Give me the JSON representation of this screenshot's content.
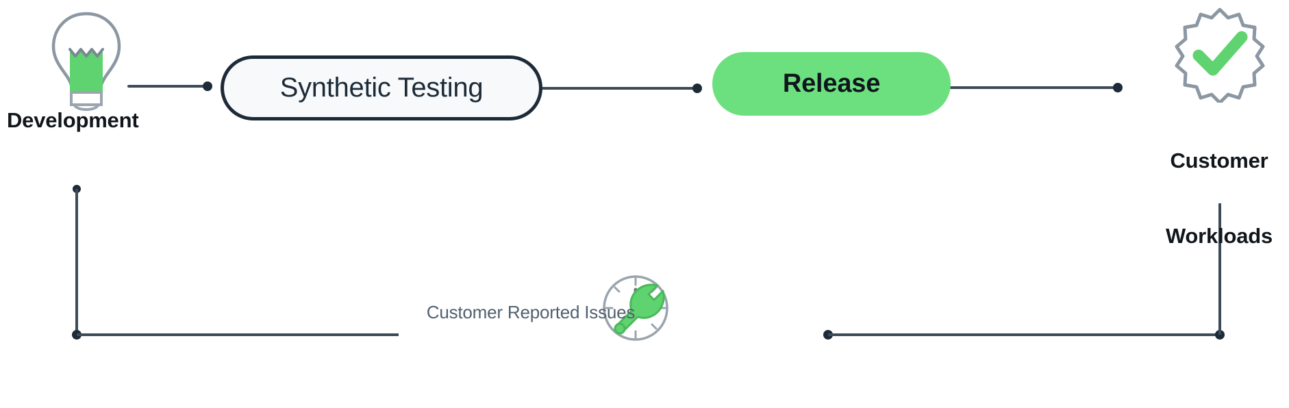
{
  "diagram": {
    "title": "Software delivery feedback loop",
    "background": "#ffffff",
    "colors": {
      "accent_green": "#6ce07e",
      "icon_green": "#5fd36f",
      "dark_navy": "#1d2b38",
      "line": "#3d4b59",
      "label_dark": "#11161c",
      "label_muted": "#516070",
      "pill_fill": "#f7f9fb",
      "icon_gray": "#8b97a3"
    },
    "nodes": [
      {
        "id": "development",
        "label": "Development",
        "icon": "lightbulb-icon",
        "shape": "icon-with-label"
      },
      {
        "id": "synthetic-testing",
        "label": "Synthetic Testing",
        "shape": "outlined-pill"
      },
      {
        "id": "release",
        "label": "Release",
        "shape": "filled-pill"
      },
      {
        "id": "customer-workloads",
        "label": "Customer\nWorkloads",
        "label_line1": "Customer",
        "label_line2": "Workloads",
        "icon": "check-badge-icon",
        "shape": "icon-with-label"
      },
      {
        "id": "customer-reported-issues",
        "label": "Customer Reported Issues",
        "icon": "clock-wrench-icon",
        "shape": "icon-with-label"
      }
    ],
    "edges": [
      {
        "id": "development-to-synthetic-testing",
        "from": "development",
        "to": "synthetic-testing",
        "style": "line-with-end-dot"
      },
      {
        "id": "synthetic-testing-to-release",
        "from": "synthetic-testing",
        "to": "release",
        "style": "line-with-end-dot"
      },
      {
        "id": "release-to-customer-workloads",
        "from": "release",
        "to": "customer-workloads",
        "style": "line-with-end-dot"
      },
      {
        "id": "development-feedback-loop",
        "from": "development",
        "to": "customer-reported-issues",
        "style": "elbow-with-dots"
      },
      {
        "id": "customer-workloads-feedback-loop",
        "from": "customer-workloads",
        "to": "customer-reported-issues",
        "style": "elbow-with-dots"
      }
    ]
  }
}
